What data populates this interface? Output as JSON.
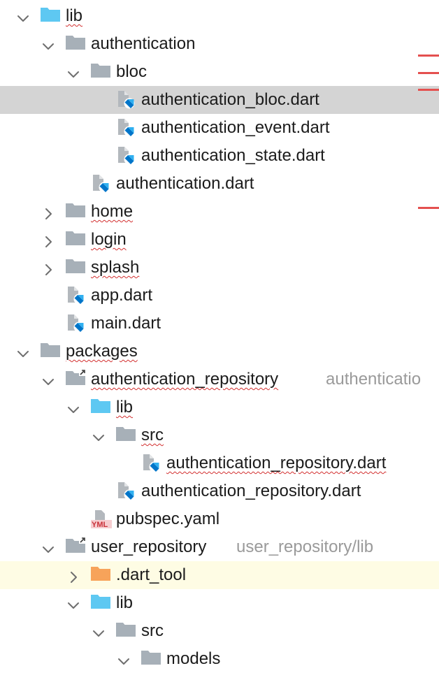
{
  "colors": {
    "folder": "#a7b0b8",
    "source_folder": "#5ec8f2",
    "excluded_folder": "#f7a35a",
    "selected_row": "#d4d4d4",
    "highlight_row": "#fefce4",
    "squiggle": "#d32f2f",
    "error_marker": "#e4504f"
  },
  "tree": [
    {
      "label": "lib",
      "icon": "source-folder-icon",
      "expander": "expanded",
      "squiggle": true
    },
    {
      "label": "authentication",
      "icon": "folder-icon",
      "expander": "expanded"
    },
    {
      "label": "bloc",
      "icon": "folder-icon",
      "expander": "expanded"
    },
    {
      "label": "authentication_bloc.dart",
      "icon": "dart-file-icon",
      "expander": "none",
      "selected": true
    },
    {
      "label": "authentication_event.dart",
      "icon": "dart-file-icon",
      "expander": "none"
    },
    {
      "label": "authentication_state.dart",
      "icon": "dart-file-icon",
      "expander": "none"
    },
    {
      "label": "authentication.dart",
      "icon": "dart-file-icon",
      "expander": "none"
    },
    {
      "label": "home",
      "icon": "folder-icon",
      "expander": "collapsed",
      "squiggle": true
    },
    {
      "label": "login",
      "icon": "folder-icon",
      "expander": "collapsed",
      "squiggle": true
    },
    {
      "label": "splash",
      "icon": "folder-icon",
      "expander": "collapsed",
      "squiggle": true
    },
    {
      "label": "app.dart",
      "icon": "dart-file-icon",
      "expander": "none"
    },
    {
      "label": "main.dart",
      "icon": "dart-file-icon",
      "expander": "none"
    },
    {
      "label": "packages",
      "icon": "folder-icon",
      "expander": "expanded",
      "squiggle": true
    },
    {
      "label": "authentication_repository",
      "secondary": "authenticatio",
      "icon": "module-folder-icon",
      "expander": "expanded",
      "squiggle": true
    },
    {
      "label": "lib",
      "icon": "source-folder-icon",
      "expander": "expanded",
      "squiggle": true
    },
    {
      "label": "src",
      "icon": "folder-icon",
      "expander": "expanded",
      "squiggle": true
    },
    {
      "label": "authentication_repository.dart",
      "icon": "dart-file-icon",
      "expander": "none",
      "squiggle": true
    },
    {
      "label": "authentication_repository.dart",
      "icon": "dart-file-icon",
      "expander": "none"
    },
    {
      "label": "pubspec.yaml",
      "icon": "yaml-file-icon",
      "expander": "none"
    },
    {
      "label": "user_repository",
      "secondary": "user_repository/lib",
      "icon": "module-folder-icon",
      "expander": "expanded"
    },
    {
      "label": ".dart_tool",
      "icon": "excluded-folder-icon",
      "expander": "collapsed",
      "highlight": true
    },
    {
      "label": "lib",
      "icon": "source-folder-icon",
      "expander": "expanded"
    },
    {
      "label": "src",
      "icon": "folder-icon",
      "expander": "expanded"
    },
    {
      "label": "models",
      "icon": "folder-icon",
      "expander": "expanded"
    }
  ]
}
